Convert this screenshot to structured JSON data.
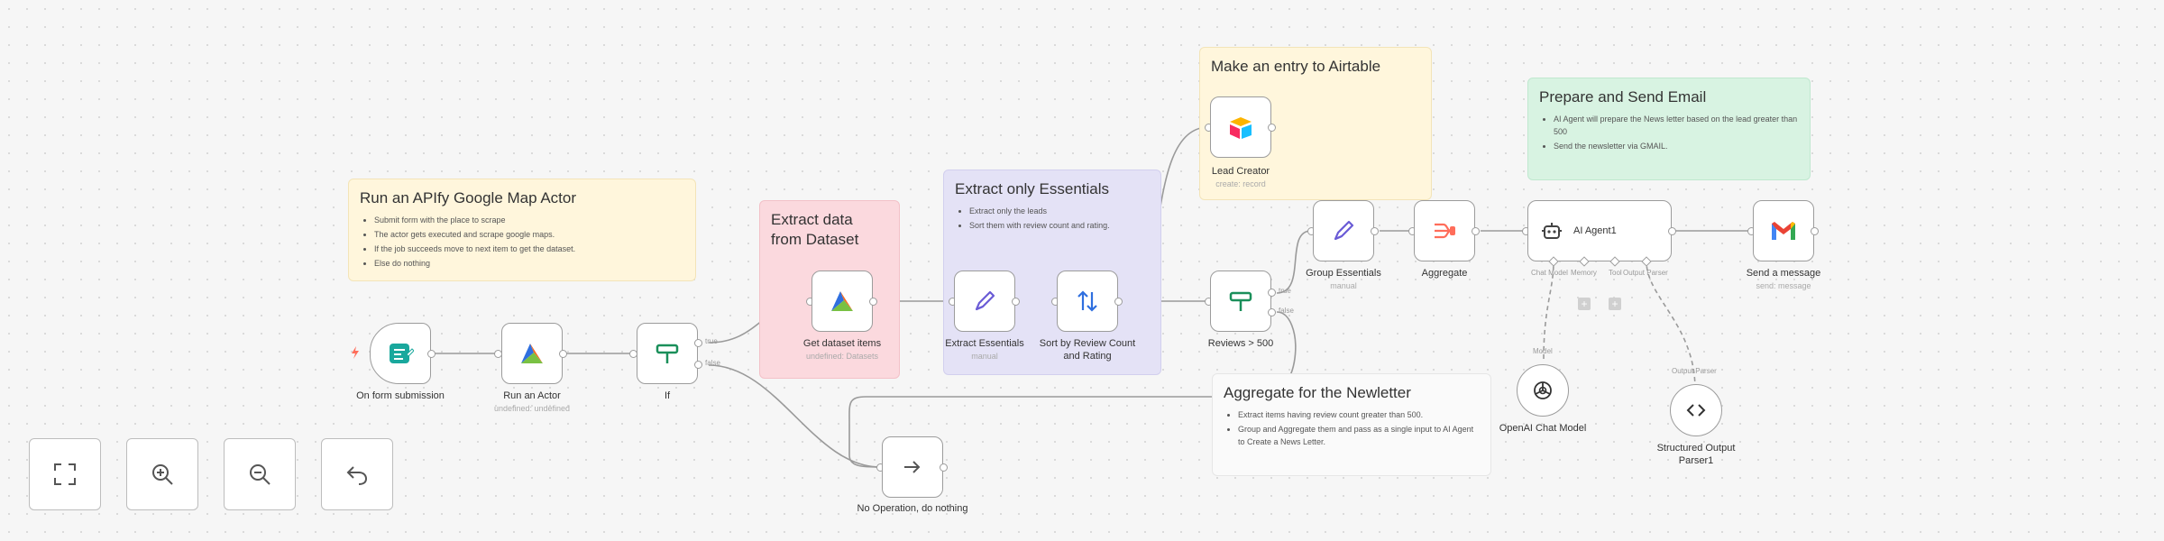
{
  "stickies": {
    "apify": {
      "title": "Run an APIfy Google Map Actor",
      "items": [
        "Submit form with the place to scrape",
        "The actor gets executed and scrape google maps.",
        "If the job succeeds move to next item to get the dataset.",
        "Else do nothing"
      ]
    },
    "extract_data": {
      "title_line1": "Extract data",
      "title_line2": "from Dataset"
    },
    "essentials": {
      "title": "Extract only Essentials",
      "items": [
        "Extract only the leads",
        "Sort them with review count and rating."
      ]
    },
    "airtable": {
      "title": "Make an entry to Airtable"
    },
    "email": {
      "title": "Prepare and Send Email",
      "items": [
        "AI Agent will prepare the News letter based on the lead greater than 500",
        "Send the newsletter via GMAIL."
      ]
    },
    "aggregate": {
      "title": "Aggregate for the Newletter",
      "items": [
        "Extract items having review count greater than 500.",
        "Group and Aggregate them and pass as a single input to AI Agent to Create a News Letter."
      ]
    }
  },
  "nodes": {
    "form": {
      "name": "On form submission",
      "icon": "form-icon"
    },
    "actor": {
      "name": "Run an Actor",
      "subtitle": "undefined: undefined",
      "icon": "apify-icon"
    },
    "if": {
      "name": "If",
      "true_label": "true",
      "false_label": "false",
      "icon": "if-icon"
    },
    "noop": {
      "name": "No Operation, do nothing",
      "icon": "arrow-right-icon"
    },
    "dataset": {
      "name": "Get dataset items",
      "subtitle": "undefined: Datasets",
      "icon": "apify-icon"
    },
    "extract": {
      "name": "Extract Essentials",
      "subtitle": "manual",
      "icon": "pencil-icon"
    },
    "sort": {
      "name_line1": "Sort by Review Count",
      "name_line2": "and Rating",
      "icon": "sort-icon"
    },
    "reviews": {
      "name": "Reviews > 500",
      "true_label": "true",
      "false_label": "false",
      "icon": "if-icon"
    },
    "lead": {
      "name": "Lead Creator",
      "subtitle": "create: record",
      "icon": "airtable-icon"
    },
    "group": {
      "name": "Group Essentials",
      "subtitle": "manual",
      "icon": "pencil-icon"
    },
    "aggregate": {
      "name": "Aggregate",
      "icon": "aggregate-icon"
    },
    "agent": {
      "name": "AI Agent1",
      "icon": "robot-icon",
      "ports": {
        "chat_model": "Chat Model",
        "memory": "Memory",
        "tool": "Tool",
        "output_parser": "Output Parser"
      }
    },
    "gmail": {
      "name": "Send a message",
      "subtitle": "send: message",
      "icon": "gmail-icon"
    },
    "openai": {
      "name": "OpenAI Chat Model",
      "edge_label": "Model",
      "icon": "openai-icon"
    },
    "parser": {
      "name_line1": "Structured Output",
      "name_line2": "Parser1",
      "edge_label": "Output Parser",
      "icon": "code-icon"
    }
  },
  "controls": [
    {
      "name": "fit-view-button",
      "icon": "expand-icon"
    },
    {
      "name": "zoom-in-button",
      "icon": "zoom-in-icon"
    },
    {
      "name": "zoom-out-button",
      "icon": "zoom-out-icon"
    },
    {
      "name": "reset-button",
      "icon": "undo-icon"
    }
  ],
  "colors": {
    "sticky_yellow": "#fff6dc",
    "sticky_red": "#fbd9de",
    "sticky_purple": "#e4e2f6",
    "sticky_green": "#d8f3e2",
    "apify_orange": "#f26b21",
    "if_green": "#1a8f5a",
    "edit_purple": "#6a5bd6",
    "gmail_red": "#ea4335",
    "trigger_red": "#ff6d5a"
  }
}
